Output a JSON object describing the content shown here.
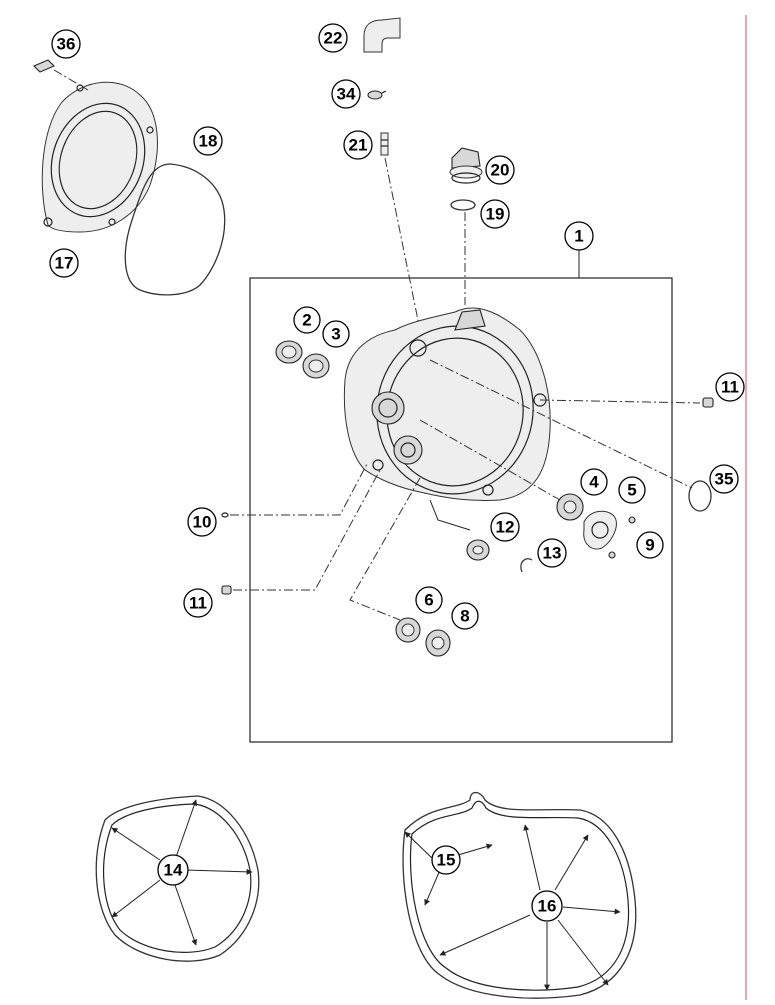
{
  "diagram": {
    "callouts": [
      {
        "id": "c1",
        "label": "1"
      },
      {
        "id": "c2",
        "label": "2"
      },
      {
        "id": "c3",
        "label": "3"
      },
      {
        "id": "c4",
        "label": "4"
      },
      {
        "id": "c5",
        "label": "5"
      },
      {
        "id": "c6",
        "label": "6"
      },
      {
        "id": "c8",
        "label": "8"
      },
      {
        "id": "c9",
        "label": "9"
      },
      {
        "id": "c10",
        "label": "10"
      },
      {
        "id": "c11a",
        "label": "11"
      },
      {
        "id": "c11b",
        "label": "11"
      },
      {
        "id": "c12",
        "label": "12"
      },
      {
        "id": "c13",
        "label": "13"
      },
      {
        "id": "c14",
        "label": "14"
      },
      {
        "id": "c15",
        "label": "15"
      },
      {
        "id": "c16",
        "label": "16"
      },
      {
        "id": "c17",
        "label": "17"
      },
      {
        "id": "c18",
        "label": "18"
      },
      {
        "id": "c19",
        "label": "19"
      },
      {
        "id": "c20",
        "label": "20"
      },
      {
        "id": "c21",
        "label": "21"
      },
      {
        "id": "c22",
        "label": "22"
      },
      {
        "id": "c34",
        "label": "34"
      },
      {
        "id": "c35",
        "label": "35"
      },
      {
        "id": "c36",
        "label": "36"
      }
    ]
  }
}
